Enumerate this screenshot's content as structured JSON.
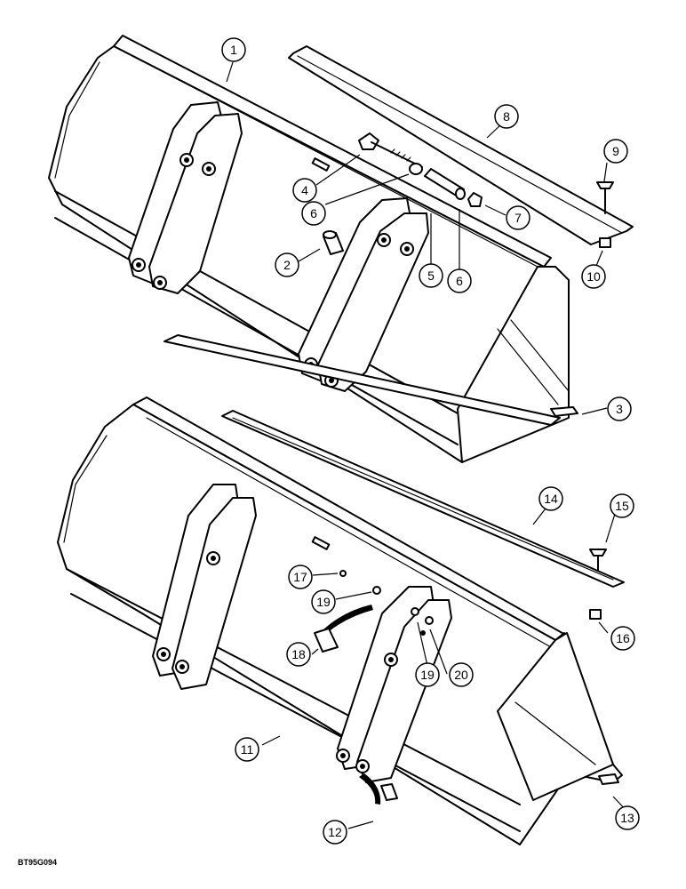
{
  "figure_code": "BT95G094",
  "callouts": [
    {
      "id": "c1",
      "label": "1"
    },
    {
      "id": "c2",
      "label": "2"
    },
    {
      "id": "c3",
      "label": "3"
    },
    {
      "id": "c4",
      "label": "4"
    },
    {
      "id": "c5",
      "label": "5"
    },
    {
      "id": "c6a",
      "label": "6"
    },
    {
      "id": "c6b",
      "label": "6"
    },
    {
      "id": "c7",
      "label": "7"
    },
    {
      "id": "c8",
      "label": "8"
    },
    {
      "id": "c9",
      "label": "9"
    },
    {
      "id": "c10",
      "label": "10"
    },
    {
      "id": "c11",
      "label": "11"
    },
    {
      "id": "c12",
      "label": "12"
    },
    {
      "id": "c13",
      "label": "13"
    },
    {
      "id": "c14",
      "label": "14"
    },
    {
      "id": "c15",
      "label": "15"
    },
    {
      "id": "c16",
      "label": "16"
    },
    {
      "id": "c17",
      "label": "17"
    },
    {
      "id": "c18",
      "label": "18"
    },
    {
      "id": "c19a",
      "label": "19"
    },
    {
      "id": "c19b",
      "label": "19"
    },
    {
      "id": "c20",
      "label": "20"
    }
  ]
}
